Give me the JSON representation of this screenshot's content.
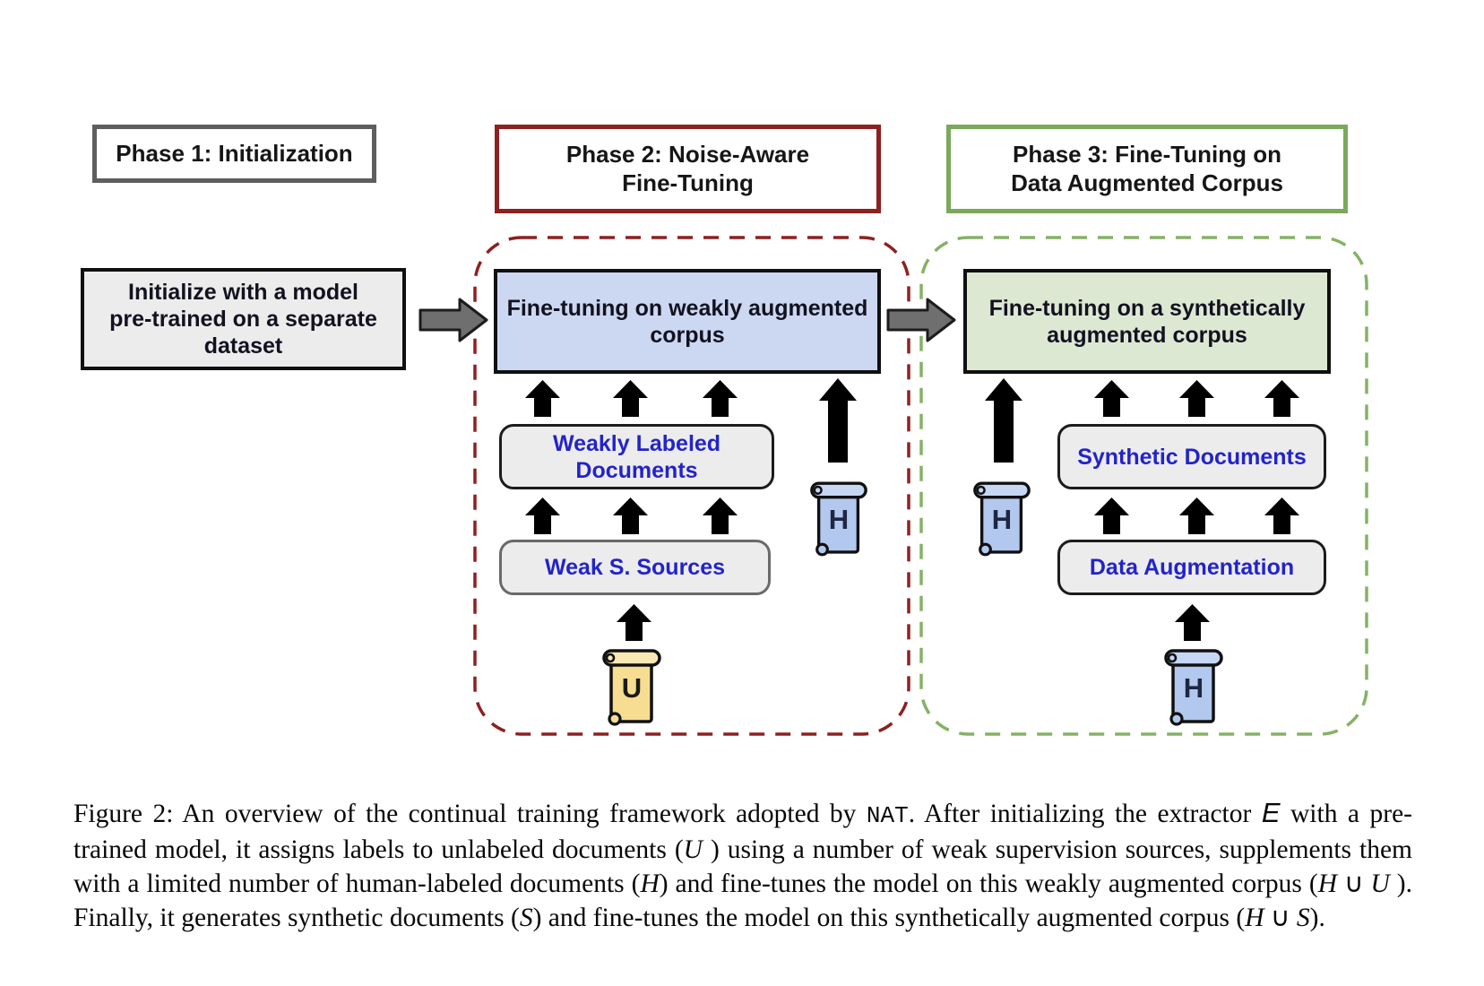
{
  "colors": {
    "phase1-border": "#5e5e5e",
    "phase2-accent": "#8e2020",
    "phase3-accent": "#7aa95c",
    "phase3-dash": "#85b266",
    "box-blue": "#ccd7f2",
    "box-green": "#dde8d3",
    "box-lightgray": "#ececec",
    "arrow-yellow": "#f6e3a1",
    "arrow-gray": "#6f6f6f",
    "scroll-blue": "#b3c8ee",
    "scroll-blue-roll": "#c6d7f4",
    "scroll-yellow": "#f6dd92",
    "scroll-yellow-roll": "#f9e8b4",
    "label-blue": "#2323cb"
  },
  "diagram": {
    "phase1": {
      "title": "Phase 1: Initialization",
      "init_box": "Initialize with a model\npre-trained on a separate\ndataset"
    },
    "phase2": {
      "title": "Phase 2: Noise-Aware\nFine-Tuning",
      "finetune_box": "Fine-tuning on weakly augmented\ncorpus",
      "weakly_labeled_box": "Weakly Labeled\nDocuments",
      "weak_sources_box": "Weak S. Sources",
      "human_docs_label": "H",
      "unlabeled_docs_label": "U"
    },
    "phase3": {
      "title": "Phase 3: Fine-Tuning on\nData Augmented Corpus",
      "finetune_box": "Fine-tuning on a synthetically\naugmented corpus",
      "synthetic_docs_box": "Synthetic Documents",
      "data_augmentation_box": "Data Augmentation",
      "human_docs_label_left": "H",
      "human_docs_label_bottom": "H"
    }
  },
  "caption": {
    "segments": [
      {
        "text": "Figure 2: An overview of the continual training framework adopted by ",
        "style": "plain"
      },
      {
        "text": "NAT",
        "style": "mono"
      },
      {
        "text": ". After initializing the extractor ",
        "style": "plain"
      },
      {
        "text": "E",
        "style": "mathsans"
      },
      {
        "text": " with a pre-trained model, it assigns labels to unlabeled documents (",
        "style": "plain"
      },
      {
        "text": "U",
        "style": "math"
      },
      {
        "text": " ) using a number of weak supervision sources, supplements them with a limited number of human-labeled documents (",
        "style": "plain"
      },
      {
        "text": "H",
        "style": "math"
      },
      {
        "text": ") and fine-tunes the model on this weakly augmented corpus (",
        "style": "plain"
      },
      {
        "text": "H",
        "style": "math"
      },
      {
        "text": " ∪ ",
        "style": "plain"
      },
      {
        "text": "U",
        "style": "math"
      },
      {
        "text": " ). Finally, it generates synthetic documents (",
        "style": "plain"
      },
      {
        "text": "S",
        "style": "math"
      },
      {
        "text": ") and fine-tunes the model on this synthetically augmented corpus (",
        "style": "plain"
      },
      {
        "text": "H",
        "style": "math"
      },
      {
        "text": " ∪ ",
        "style": "plain"
      },
      {
        "text": "S",
        "style": "math"
      },
      {
        "text": ").",
        "style": "plain"
      }
    ]
  }
}
